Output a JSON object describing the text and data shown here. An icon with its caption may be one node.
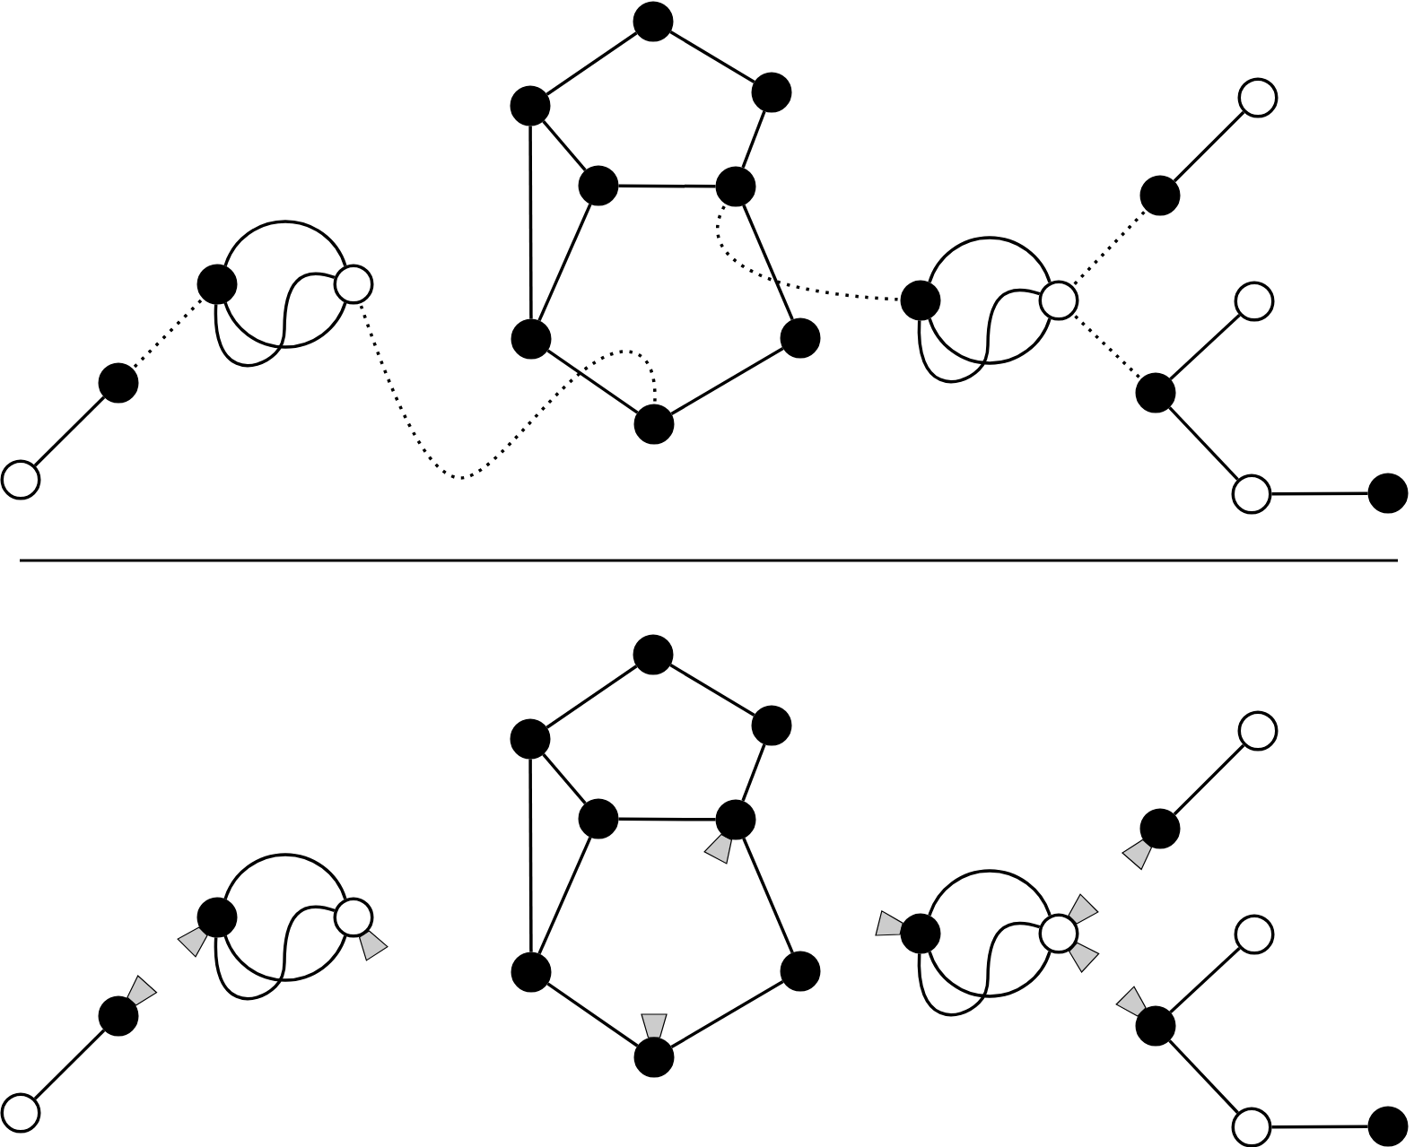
{
  "diagram": {
    "nodes": [
      {
        "text": [],
        "shape": "circle"
      },
      {
        "text": [],
        "shape": "dot"
      },
      {
        "text": [],
        "shape": "dot"
      },
      {
        "text": [],
        "shape": "circle"
      },
      {
        "text": [],
        "shape": "dot"
      },
      {
        "text": [],
        "shape": "dot"
      },
      {
        "text": [],
        "shape": "dot"
      },
      {
        "text": [],
        "shape": "dot"
      },
      {
        "text": [],
        "shape": "dot"
      },
      {
        "text": [],
        "shape": "dot"
      },
      {
        "text": [],
        "shape": "dot"
      },
      {
        "text": [],
        "shape": "dot"
      },
      {
        "text": [],
        "shape": "dot"
      },
      {
        "text": [],
        "shape": "circle"
      },
      {
        "text": [],
        "shape": "dot"
      },
      {
        "text": [],
        "shape": "dot"
      },
      {
        "text": [],
        "shape": "circle"
      },
      {
        "text": [],
        "shape": "circle"
      },
      {
        "text": [],
        "shape": "circle"
      },
      {
        "text": [],
        "shape": "dot"
      },
      {
        "text": [],
        "shape": "circle"
      },
      {
        "text": [],
        "shape": "dot"
      },
      {
        "text": [],
        "shape": "dot"
      },
      {
        "text": [],
        "shape": "circle"
      },
      {
        "text": [],
        "shape": "dot"
      },
      {
        "text": [],
        "shape": "dot"
      },
      {
        "text": [],
        "shape": "dot"
      },
      {
        "text": [],
        "shape": "dot"
      },
      {
        "text": [],
        "shape": "dot"
      },
      {
        "text": [],
        "shape": "dot"
      },
      {
        "text": [],
        "shape": "dot"
      },
      {
        "text": [],
        "shape": "dot"
      },
      {
        "text": [],
        "shape": "dot"
      },
      {
        "text": [],
        "shape": "circle"
      },
      {
        "text": [],
        "shape": "dot"
      },
      {
        "text": [],
        "shape": "dot"
      },
      {
        "text": [],
        "shape": "circle"
      },
      {
        "text": [],
        "shape": "circle"
      },
      {
        "text": [],
        "shape": "circle"
      },
      {
        "text": [],
        "shape": "dot"
      }
    ],
    "edges": [
      {
        "from": 0,
        "to": 1,
        "arrow": "none"
      },
      {
        "from": 1,
        "to": 2,
        "arrow": "none",
        "style": "dashed"
      },
      {
        "from": 2,
        "to": 3,
        "arrow": "none"
      },
      {
        "from": 2,
        "to": 3,
        "arrow": "none"
      },
      {
        "from": 3,
        "to": 2,
        "arrow": "none"
      },
      {
        "from": 3,
        "to": 8,
        "arrow": "none",
        "style": "dashed"
      },
      {
        "from": 7,
        "to": 4,
        "arrow": "none"
      },
      {
        "from": 7,
        "to": 10,
        "arrow": "none"
      },
      {
        "from": 4,
        "to": 6,
        "arrow": "none"
      },
      {
        "from": 4,
        "to": 5,
        "arrow": "none"
      },
      {
        "from": 10,
        "to": 9,
        "arrow": "none"
      },
      {
        "from": 6,
        "to": 9,
        "arrow": "none"
      },
      {
        "from": 6,
        "to": 5,
        "arrow": "none"
      },
      {
        "from": 9,
        "to": 11,
        "arrow": "none"
      },
      {
        "from": 5,
        "to": 8,
        "arrow": "none"
      },
      {
        "from": 11,
        "to": 8,
        "arrow": "none"
      },
      {
        "from": 9,
        "to": 12,
        "arrow": "none",
        "style": "dashed"
      },
      {
        "from": 12,
        "to": 13,
        "arrow": "none"
      },
      {
        "from": 12,
        "to": 13,
        "arrow": "none"
      },
      {
        "from": 13,
        "to": 12,
        "arrow": "none"
      },
      {
        "from": 13,
        "to": 15,
        "arrow": "none",
        "style": "dashed"
      },
      {
        "from": 13,
        "to": 14,
        "arrow": "none",
        "style": "dashed"
      },
      {
        "from": 15,
        "to": 18,
        "arrow": "none"
      },
      {
        "from": 17,
        "to": 14,
        "arrow": "none"
      },
      {
        "from": 14,
        "to": 16,
        "arrow": "none"
      },
      {
        "from": 16,
        "to": 19,
        "arrow": "none"
      },
      {
        "from": 20,
        "to": 21,
        "arrow": "none"
      },
      {
        "from": 22,
        "to": 23,
        "arrow": "none"
      },
      {
        "from": 22,
        "to": 23,
        "arrow": "none"
      },
      {
        "from": 23,
        "to": 22,
        "arrow": "none"
      },
      {
        "from": 27,
        "to": 24,
        "arrow": "none"
      },
      {
        "from": 27,
        "to": 30,
        "arrow": "none"
      },
      {
        "from": 24,
        "to": 26,
        "arrow": "none"
      },
      {
        "from": 24,
        "to": 25,
        "arrow": "none"
      },
      {
        "from": 30,
        "to": 29,
        "arrow": "none"
      },
      {
        "from": 26,
        "to": 29,
        "arrow": "none"
      },
      {
        "from": 26,
        "to": 25,
        "arrow": "none"
      },
      {
        "from": 29,
        "to": 31,
        "arrow": "none"
      },
      {
        "from": 25,
        "to": 28,
        "arrow": "none"
      },
      {
        "from": 31,
        "to": 28,
        "arrow": "none"
      },
      {
        "from": 32,
        "to": 33,
        "arrow": "none"
      },
      {
        "from": 32,
        "to": 33,
        "arrow": "none"
      },
      {
        "from": 33,
        "to": 32,
        "arrow": "none"
      },
      {
        "from": 35,
        "to": 38,
        "arrow": "none"
      },
      {
        "from": 37,
        "to": 34,
        "arrow": "none"
      },
      {
        "from": 34,
        "to": 36,
        "arrow": "none"
      },
      {
        "from": 36,
        "to": 39,
        "arrow": "none"
      }
    ]
  }
}
